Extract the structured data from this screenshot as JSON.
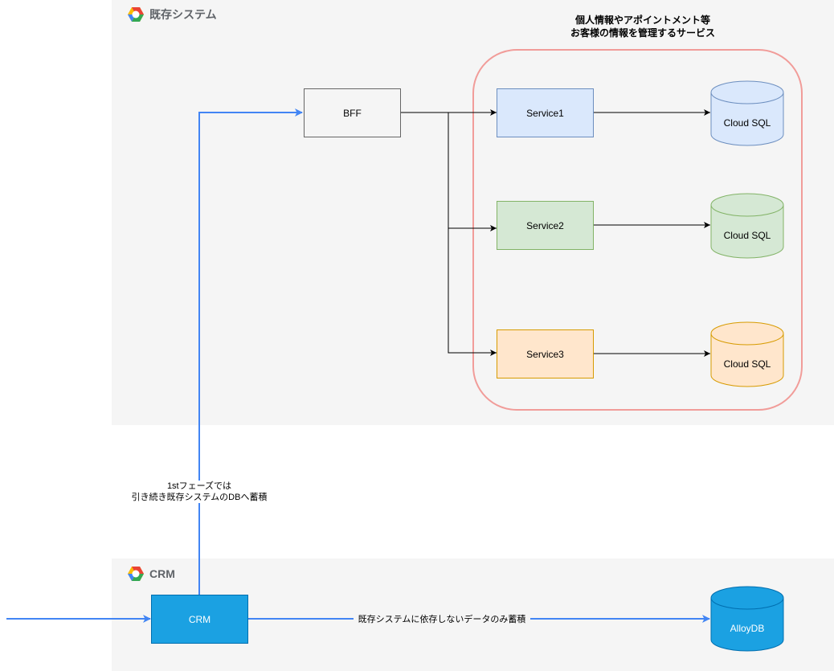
{
  "groups": {
    "existing": {
      "title": "既存システム"
    },
    "crm": {
      "title": "CRM"
    }
  },
  "annotation": {
    "line1": "個人情報やアポイントメント等",
    "line2": "お客様の情報を管理するサービス"
  },
  "nodes": {
    "bff": "BFF",
    "service1": "Service1",
    "service2": "Service2",
    "service3": "Service3",
    "db1": "Cloud SQL",
    "db2": "Cloud SQL",
    "db3": "Cloud SQL",
    "crm": "CRM",
    "alloydb": "AlloyDB"
  },
  "edge_labels": {
    "phase_line1": "1stフェーズでは",
    "phase_line2": "引き続き既存システムのDBへ蓄積",
    "crm_to_alloy": "既存システムに依存しないデータのみ蓄積"
  },
  "colors": {
    "blue_edge": "#4285f4",
    "service1_fill": "#dae8fc",
    "service2_fill": "#d5e8d4",
    "service3_fill": "#ffe6cc",
    "crm_fill": "#1ba1e2",
    "highlight_border": "#f19c99"
  }
}
